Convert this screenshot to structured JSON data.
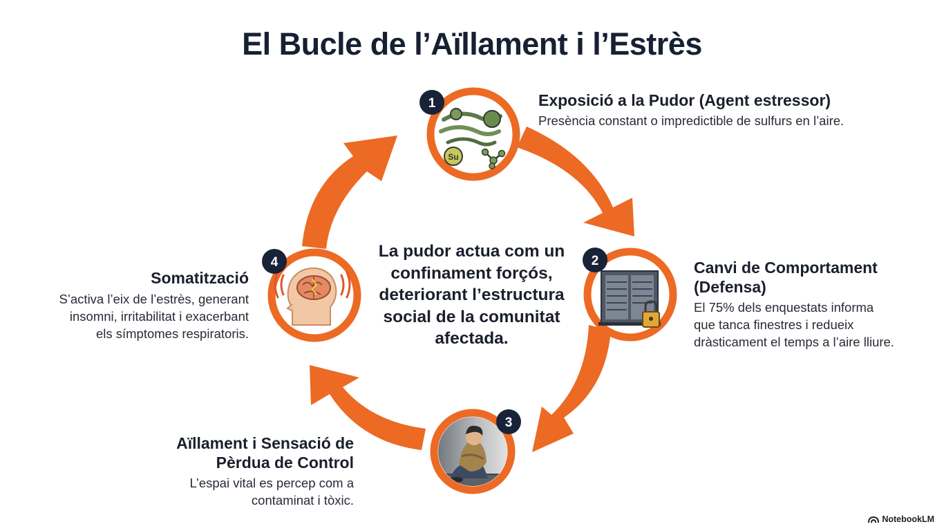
{
  "title": "El Bucle de l’Aïllament i l’Estrès",
  "center_text": "La pudor actua com un confinament forçós, deteriorant l’estructura social de la comunitat afectada.",
  "colors": {
    "arrow": "#ec6a24",
    "ring": "#ec6a24",
    "badge": "#182238",
    "title": "#172033"
  },
  "steps": [
    {
      "number": "1",
      "title": "Exposició a la Pudor (Agent estressor)",
      "description": "Presència constant o impredictible de sulfurs en l’aire.",
      "icon": "odor-cloud-sulfur-icon",
      "icon_label": "Su"
    },
    {
      "number": "2",
      "title_lines": [
        "Canvi de Comportament",
        "(Defensa)"
      ],
      "description_lines": [
        "El 75% dels enquestats informa",
        "que tanca finestres i redueix",
        "dràsticament el temps a l’aire lliure."
      ],
      "icon": "locked-window-icon"
    },
    {
      "number": "3",
      "title_lines": [
        "Aïllament i Sensació de",
        "Pèrdua de Control"
      ],
      "description_lines": [
        "L’espai vital es percep com a",
        "contaminat i tòxic."
      ],
      "icon": "isolated-person-icon"
    },
    {
      "number": "4",
      "title": "Somatització",
      "description_lines": [
        "S’activa l’eix de l’estrès, generant",
        "insomni, irritabilitat i exacerbant",
        "els símptomes respiratoris."
      ],
      "icon": "stressed-brain-head-icon"
    }
  ],
  "brand": {
    "name": "NotebookLM",
    "icon": "notebooklm-logo-icon"
  }
}
